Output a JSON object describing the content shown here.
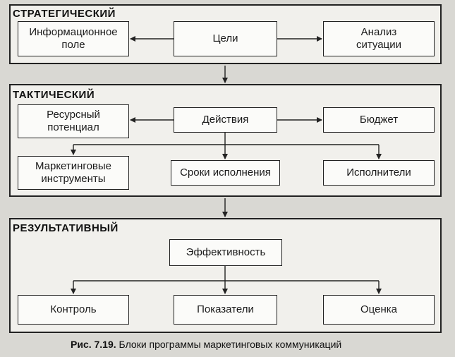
{
  "sections": {
    "strategic": {
      "title": "СТРАТЕГИЧЕСКИЙ",
      "boxes": {
        "info": "Информационное\nполе",
        "goals": "Цели",
        "analysis": "Анализ\nситуации"
      }
    },
    "tactical": {
      "title": "ТАКТИЧЕСКИЙ",
      "boxes": {
        "resource": "Ресурсный\nпотенциал",
        "actions": "Действия",
        "budget": "Бюджет",
        "tools": "Маркетинговые\nинструменты",
        "deadlines": "Сроки исполнения",
        "executors": "Исполнители"
      }
    },
    "resultative": {
      "title": "РЕЗУЛЬТАТИВНЫЙ",
      "boxes": {
        "efficiency": "Эффективность",
        "control": "Контроль",
        "indicators": "Показатели",
        "assessment": "Оценка"
      }
    }
  },
  "caption": {
    "label": "Рис. 7.19.",
    "text": "Блоки программы маркетинговых коммуникаций"
  }
}
